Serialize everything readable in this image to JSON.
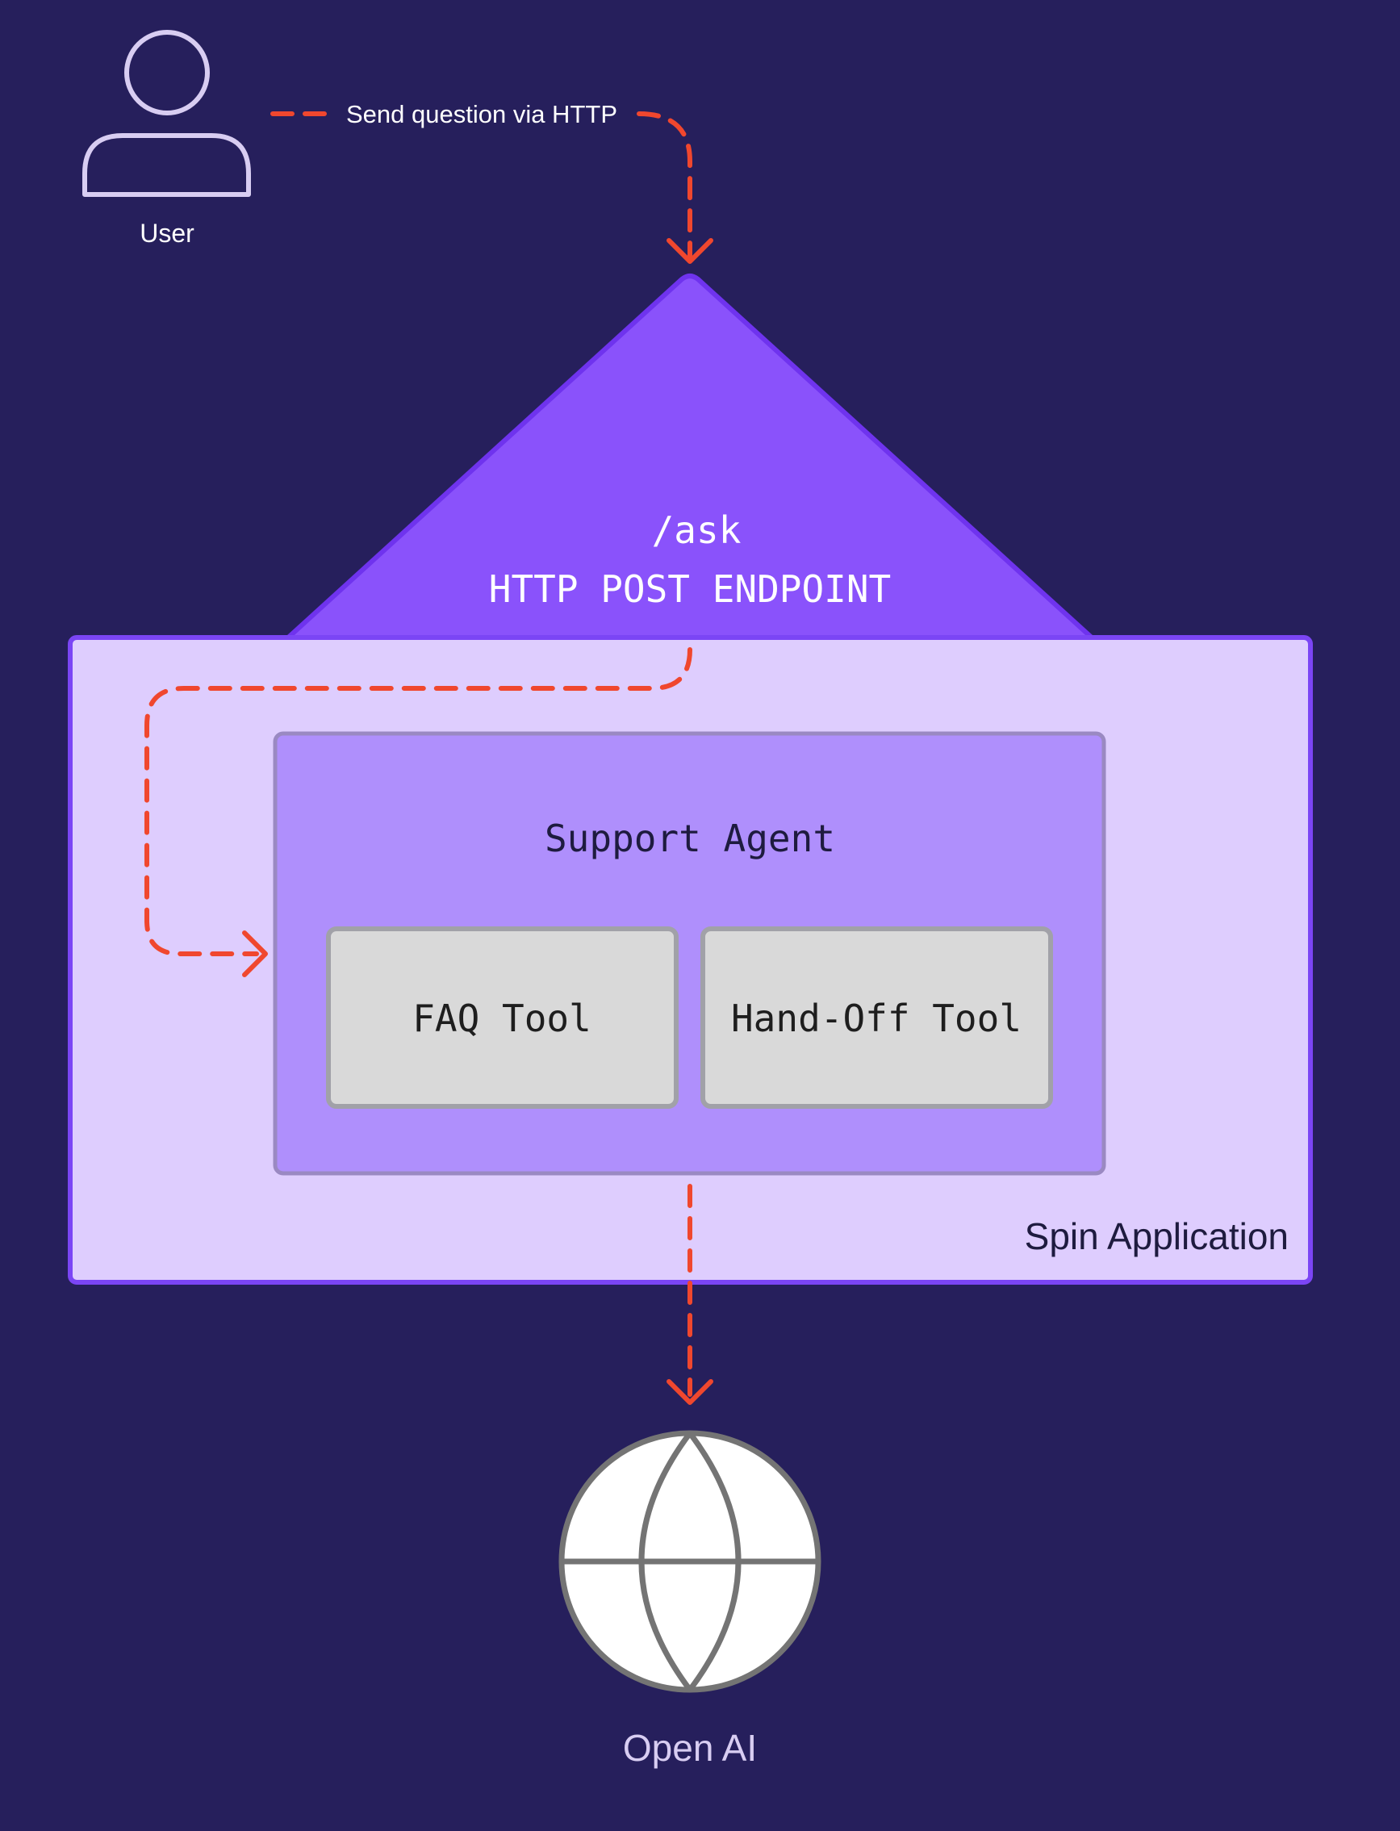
{
  "user": {
    "label": "User",
    "icon": "person-icon"
  },
  "request_flow": {
    "label": "Send question via HTTP"
  },
  "endpoint": {
    "path": "/ask",
    "label": "HTTP POST ENDPOINT"
  },
  "spin_app": {
    "label": "Spin Application"
  },
  "agent": {
    "title": "Support Agent",
    "tools": [
      "FAQ Tool",
      "Hand-Off Tool"
    ]
  },
  "external": {
    "label": "Open AI",
    "icon": "globe-icon"
  },
  "colors": {
    "background": "#261f5c",
    "flow_arrow": "#f0472e",
    "endpoint_fill": "#8a52fb",
    "app_fill": "#decdfe",
    "agent_fill": "#af8ffc",
    "tool_fill": "#d9d9d9"
  }
}
